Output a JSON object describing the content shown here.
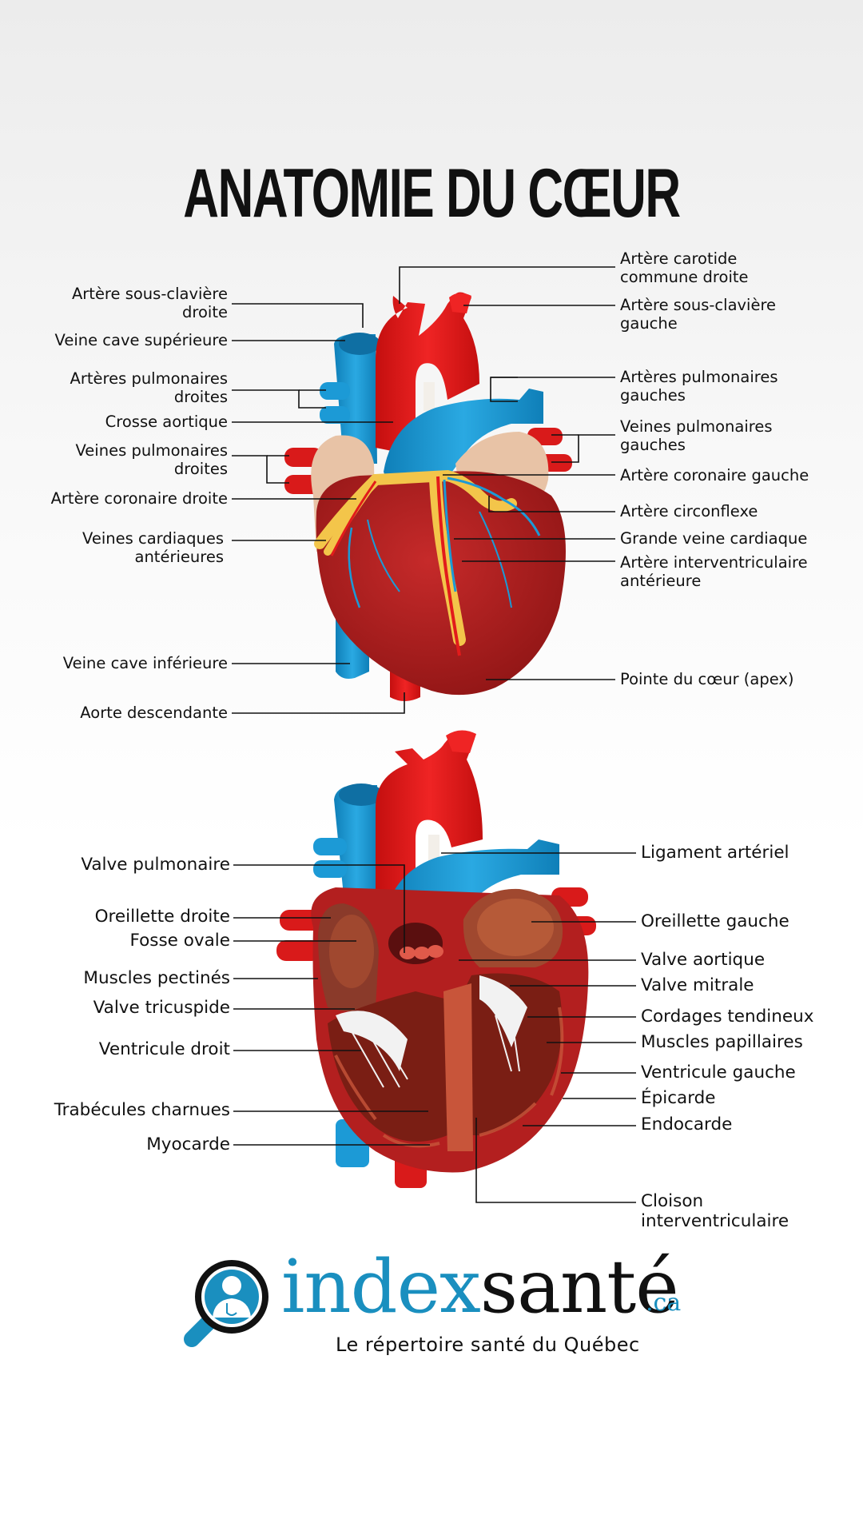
{
  "title": "ANATOMIE DU CŒUR",
  "colors": {
    "artery": "#e21b1b",
    "vein": "#1c9ad6",
    "muscle": "#b31f1f",
    "fat": "#f3c54a",
    "atrium": "#e8c3a6",
    "brand_blue": "#1a8fbf"
  },
  "external_view": {
    "labels_left": [
      "Artère sous-clavière\ndroite",
      "Veine cave supérieure",
      "Artères pulmonaires\ndroites",
      "Crosse aortique",
      "Veines pulmonaires\ndroites",
      "Artère coronaire droite",
      "Veines cardiaques\nantérieures",
      "Veine cave inférieure",
      "Aorte descendante"
    ],
    "labels_right": [
      "Artère carotide\ncommune droite",
      "Artère sous-clavière\ngauche",
      "Artères pulmonaires\ngauches",
      "Veines pulmonaires\ngauches",
      "Artère coronaire gauche",
      "Artère circonflexe",
      "Grande veine cardiaque",
      "Artère interventriculaire\nantérieure",
      "Pointe du cœur (apex)"
    ]
  },
  "internal_view": {
    "labels_left": [
      "Valve pulmonaire",
      "Oreillette droite",
      "Fosse ovale",
      "Muscles pectinés",
      "Valve tricuspide",
      "Ventricule droit",
      "Trabécules charnues",
      "Myocarde"
    ],
    "labels_right": [
      "Ligament artériel",
      "Oreillette gauche",
      "Valve aortique",
      "Valve mitrale",
      "Cordages tendineux",
      "Muscles papillaires",
      "Ventricule gauche",
      "Épicarde",
      "Endocarde",
      "Cloison\ninterventriculaire"
    ]
  },
  "brand": {
    "name_part1": "index",
    "name_part2": "santé",
    "tld": ".ca",
    "tagline": "Le répertoire santé du Québec",
    "icon": "magnifier-doctor-icon"
  }
}
